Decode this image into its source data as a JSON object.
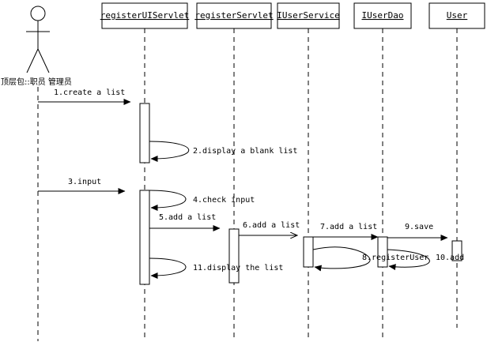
{
  "actor": {
    "label": "顶层包::职员 管理员"
  },
  "objects": [
    {
      "name": "registerUIServlet"
    },
    {
      "name": "registerServlet"
    },
    {
      "name": "IUserService"
    },
    {
      "name": "IUserDao"
    },
    {
      "name": "User"
    }
  ],
  "messages": [
    {
      "label": "1.create a list"
    },
    {
      "label": "2.display a blank list"
    },
    {
      "label": "3.input"
    },
    {
      "label": "4.check input"
    },
    {
      "label": "5.add a list"
    },
    {
      "label": "6.add a list"
    },
    {
      "label": "7.add a list"
    },
    {
      "label": "8.registerUser"
    },
    {
      "label": "9.save"
    },
    {
      "label": "10.add"
    },
    {
      "label": "11.display the list"
    }
  ]
}
